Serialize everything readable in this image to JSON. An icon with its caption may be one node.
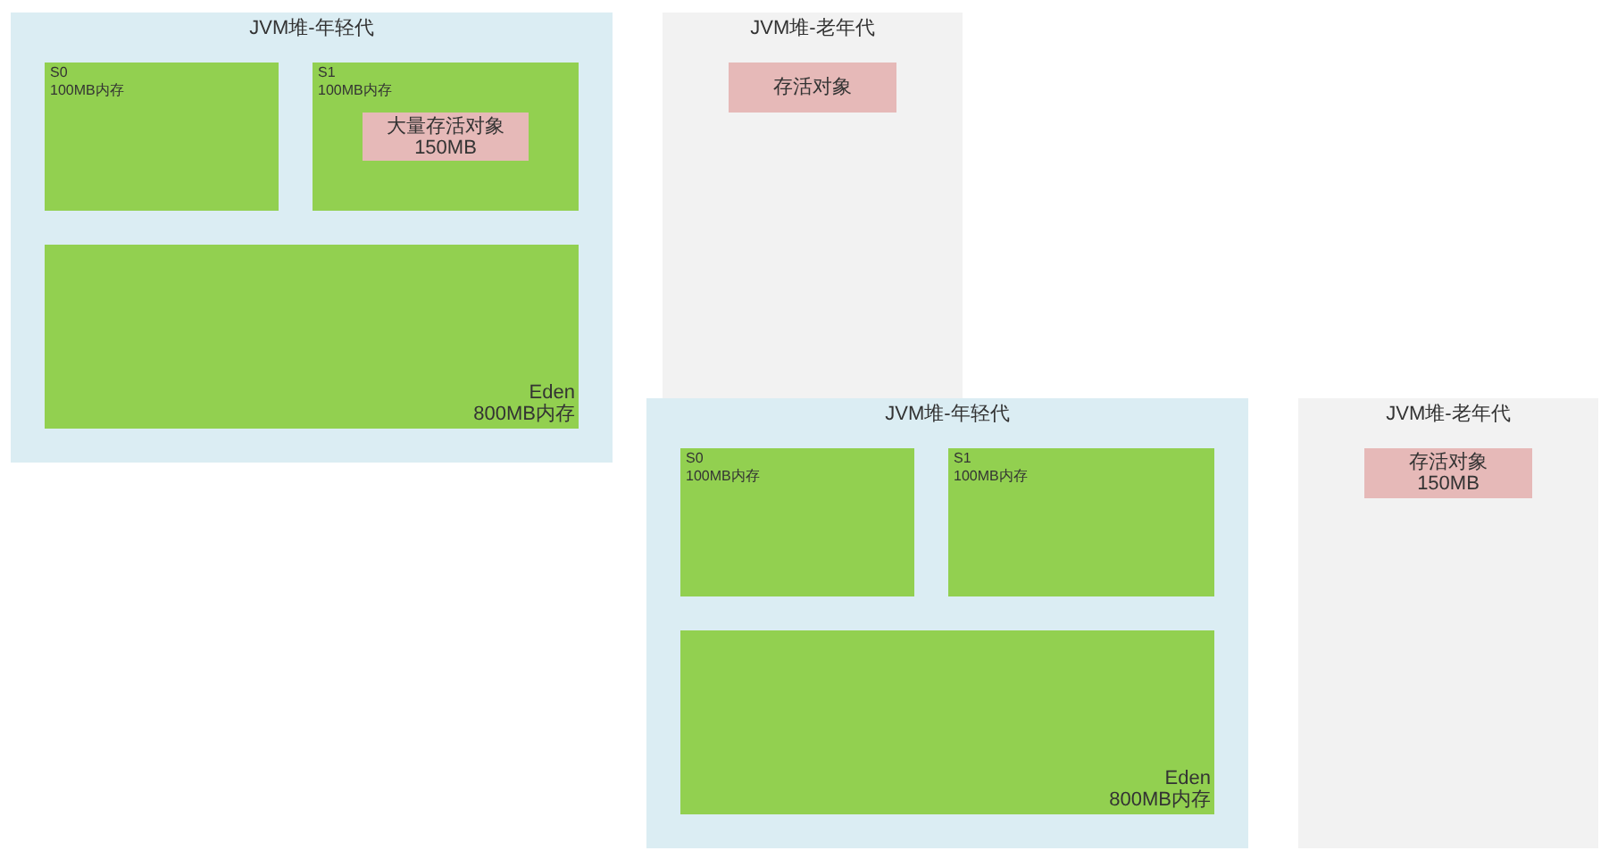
{
  "diagram": {
    "nodes": [
      {
        "text": [
          "JVM堆-年轻代"
        ]
      },
      {
        "text": [
          "S0",
          "100MB内存"
        ],
        "in": 0
      },
      {
        "text": [
          "S1",
          "100MB内存"
        ],
        "in": 0
      },
      {
        "text": [
          "大量存活对象",
          "150MB"
        ],
        "in": 2
      },
      {
        "text": [
          "Eden",
          "800MB内存"
        ],
        "in": 0
      },
      {
        "text": [
          "JVM堆-老年代"
        ]
      },
      {
        "text": [
          "存活对象"
        ],
        "in": 5
      },
      {
        "text": [
          "JVM堆-年轻代"
        ]
      },
      {
        "text": [
          "S0",
          "100MB内存"
        ],
        "in": 7
      },
      {
        "text": [
          "S1",
          "100MB内存"
        ],
        "in": 7
      },
      {
        "text": [
          "Eden",
          "800MB内存"
        ],
        "in": 7
      },
      {
        "text": [
          "JVM堆-老年代"
        ]
      },
      {
        "text": [
          "存活对象",
          "150MB"
        ],
        "in": 11
      }
    ]
  }
}
